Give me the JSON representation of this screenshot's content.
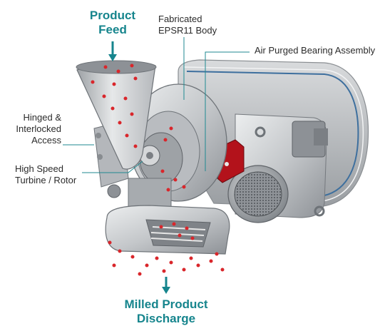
{
  "labels": {
    "product_feed": [
      "Product",
      "Feed"
    ],
    "fabricated_body": [
      "Fabricated",
      "EPSR11 Body"
    ],
    "air_purged": "Air Purged Bearing Assembly",
    "hinged_access": [
      "Hinged &",
      "Interlocked",
      "Access"
    ],
    "turbine_rotor": [
      "High Speed",
      "Turbine / Rotor"
    ],
    "milled_discharge": [
      "Milled Product",
      "Discharge"
    ]
  },
  "colors": {
    "accent_teal": "#16858d",
    "particle_red": "#d9262b",
    "metal_light": "#d7d9db",
    "metal_mid": "#a9adb1",
    "metal_dark": "#6e7378",
    "belt_stripe": "#3d6f9e",
    "bearing_red": "#b3121b",
    "leader_line": "#1f8a92"
  },
  "icons": [
    "feed-down-arrow-icon",
    "discharge-down-arrow-icon"
  ]
}
